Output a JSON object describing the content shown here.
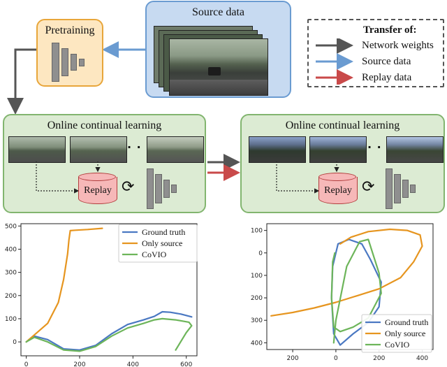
{
  "pretraining": {
    "label": "Pretraining"
  },
  "source": {
    "label": "Source data"
  },
  "transfer_legend": {
    "title": "Transfer of:",
    "items": [
      {
        "label": "Network weights",
        "color": "#555555"
      },
      {
        "label": "Source data",
        "color": "#6a9bd1"
      },
      {
        "label": "Replay data",
        "color": "#c94a4a"
      }
    ]
  },
  "ocl_left": {
    "title": "Online continual learning",
    "replay": "Replay",
    "dots": "· · ·"
  },
  "ocl_right": {
    "title": "Online continual learning",
    "replay": "Replay",
    "dots": "· · ·"
  },
  "colors": {
    "ground_truth": "#4a78c2",
    "only_source": "#e6951f",
    "covio": "#6db55a",
    "green_fill": "#dcebd3",
    "green_border": "#82b56f",
    "blue_fill": "#c7daf1",
    "orange_fill": "#fde7c1",
    "orange_border": "#e8a63a",
    "replay_fill": "#f6b8b8"
  },
  "chart_data": [
    {
      "type": "line",
      "xlim": [
        -20,
        640
      ],
      "ylim": [
        -60,
        510
      ],
      "x_ticks": [
        0,
        200,
        400,
        600
      ],
      "x_tick_labels": [
        "0",
        "200",
        "400",
        "600"
      ],
      "y_ticks": [
        0,
        100,
        200,
        300,
        400,
        500
      ],
      "y_tick_labels": [
        "0",
        "100",
        "200",
        "300",
        "400",
        "500"
      ],
      "legend_position": "top-right",
      "series": [
        {
          "name": "Ground truth",
          "color": "#4a78c2",
          "x": [
            0,
            30,
            80,
            140,
            200,
            260,
            320,
            380,
            440,
            480,
            510,
            540,
            580,
            620
          ],
          "y": [
            0,
            25,
            10,
            -30,
            -35,
            -15,
            35,
            75,
            95,
            110,
            130,
            128,
            120,
            108
          ]
        },
        {
          "name": "Only source",
          "color": "#e6951f",
          "x": [
            0,
            30,
            80,
            120,
            140,
            155,
            160,
            165,
            185,
            230,
            285
          ],
          "y": [
            0,
            30,
            80,
            170,
            270,
            380,
            440,
            480,
            482,
            485,
            490
          ]
        },
        {
          "name": "CoVIO",
          "color": "#6db55a",
          "x": [
            0,
            30,
            80,
            140,
            200,
            260,
            320,
            380,
            440,
            480,
            510,
            560,
            610,
            620,
            600,
            560
          ],
          "y": [
            0,
            20,
            0,
            -35,
            -40,
            -20,
            25,
            60,
            80,
            95,
            100,
            95,
            85,
            70,
            40,
            -35
          ]
        }
      ]
    },
    {
      "type": "line",
      "xlim": [
        -320,
        450
      ],
      "ylim": [
        -430,
        130
      ],
      "x_ticks": [
        -200,
        0,
        200,
        400
      ],
      "x_tick_labels": [
        "200",
        "0",
        "200",
        "400"
      ],
      "y_ticks": [
        100,
        0,
        -100,
        -200,
        -300,
        -400
      ],
      "y_tick_labels": [
        "100",
        "0",
        "100",
        "200",
        "300",
        "400"
      ],
      "legend_position": "bottom-right",
      "series": [
        {
          "name": "Ground truth",
          "color": "#4a78c2",
          "x": [
            0,
            10,
            60,
            120,
            160,
            210,
            200,
            150,
            80,
            20,
            -10,
            -20,
            -15,
            0
          ],
          "y": [
            0,
            40,
            60,
            40,
            -30,
            -130,
            -240,
            -310,
            -360,
            -410,
            -360,
            -200,
            -60,
            0
          ]
        },
        {
          "name": "Only source",
          "color": "#e6951f",
          "x": [
            -300,
            -200,
            -100,
            0,
            100,
            200,
            300,
            360,
            400,
            390,
            330,
            250,
            150,
            70,
            20
          ],
          "y": [
            -280,
            -265,
            -245,
            -220,
            -190,
            -160,
            -110,
            -40,
            30,
            80,
            100,
            105,
            95,
            70,
            40
          ]
        },
        {
          "name": "CoVIO",
          "color": "#6db55a",
          "x": [
            -10,
            0,
            50,
            110,
            150,
            200,
            210,
            150,
            80,
            20,
            -10,
            -20,
            -15,
            -5
          ],
          "y": [
            -400,
            -300,
            -60,
            50,
            60,
            -90,
            -180,
            -290,
            -330,
            -350,
            -330,
            -200,
            -40,
            0
          ]
        }
      ]
    }
  ]
}
